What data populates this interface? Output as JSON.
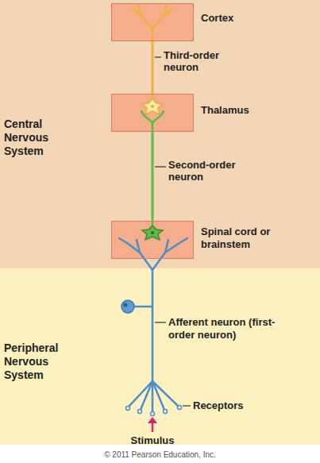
{
  "diagram": {
    "nodes": [
      {
        "text": [
          "Central Nervous System"
        ]
      },
      {
        "text": [
          "Cortex"
        ],
        "in": 0
      },
      {
        "text": [
          "Thalamus"
        ],
        "in": 0
      },
      {
        "text": [
          "Spinal cord or brainstem"
        ],
        "in": 0
      },
      {
        "text": [
          "Peripheral Nervous System"
        ]
      }
    ],
    "edges": [
      {
        "from": 2,
        "to": 1,
        "arrow": "none",
        "label": "Third-order neuron"
      },
      {
        "from": 3,
        "to": 2,
        "arrow": "none",
        "label": "Second-order neuron"
      }
    ],
    "labels": [
      "Afferent neuron (first-order neuron)",
      "Receptors",
      "Stimulus",
      "© 2011 Pearson Education, Inc."
    ]
  }
}
